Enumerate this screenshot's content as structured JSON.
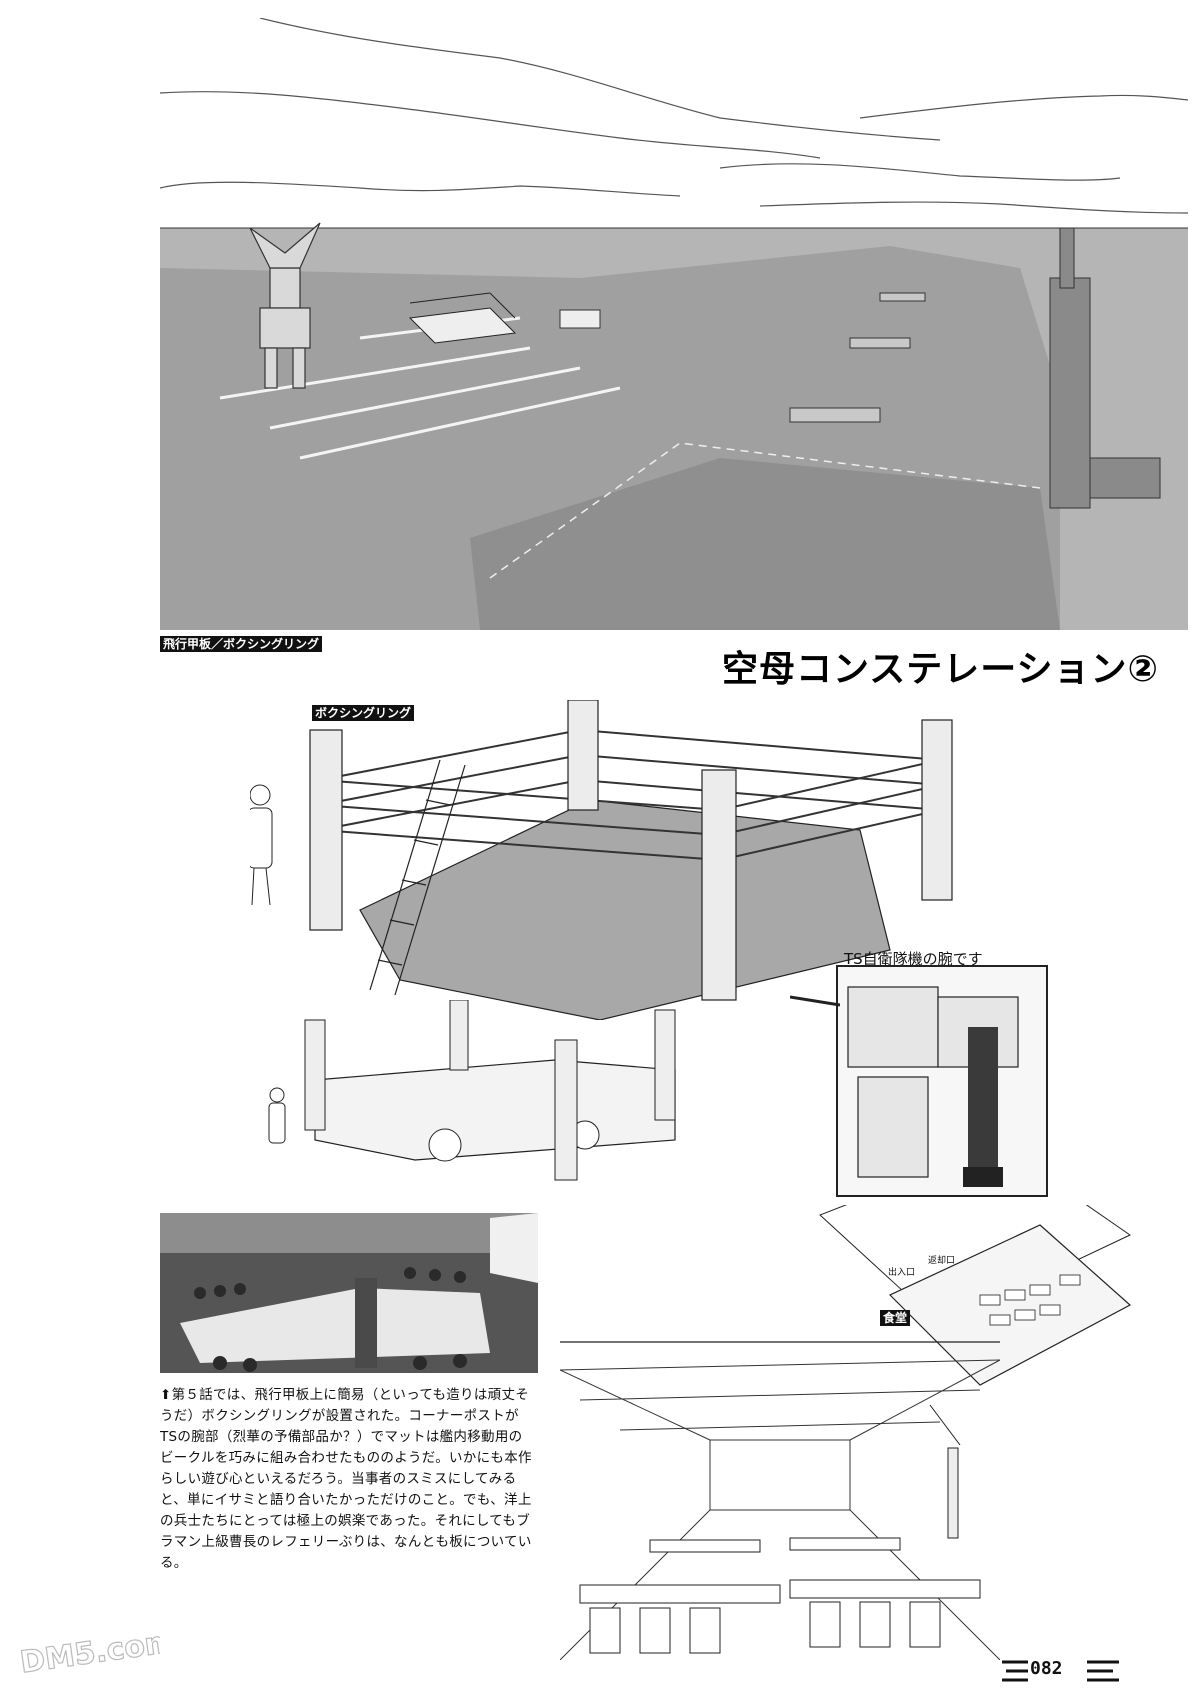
{
  "labels": {
    "deck_caption": "飛行甲板／ボクシングリング",
    "ring_caption": "ボクシングリング",
    "cafeteria_caption": "食堂"
  },
  "title": "空母コンステレーション②",
  "callout": "TS自衛隊機の腕です",
  "floorplan": {
    "entrance": "出入口",
    "return_counter": "返却口"
  },
  "caption": "⬆第５話では、飛行甲板上に簡易（といっても造りは頑丈そうだ）ボクシングリングが設置された。コーナーポストがTSの腕部（烈華の予備部品か？）でマットは艦内移動用のビークルを巧みに組み合わせたもののようだ。いかにも本作らしい遊び心といえるだろう。当事者のスミスにしてみると、単にイサミと語り合いたかっただけのこと。でも、洋上の兵士たちにとっては極上の娯楽であった。それにしてもブラマン上級曹長のレフェリーぶりは、なんとも板についている。",
  "page_number": "082",
  "watermark": "DM5.com",
  "colors": {
    "deck_gray": "#a9a9a9",
    "sky_white": "#ffffff",
    "ink": "#111111"
  }
}
